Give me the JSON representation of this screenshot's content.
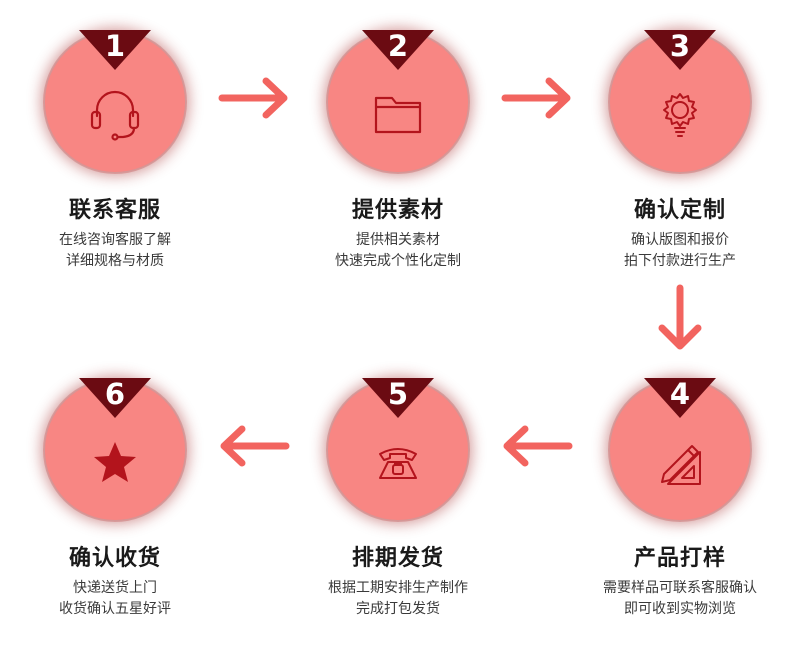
{
  "steps": [
    {
      "num": "1",
      "title": "联系客服",
      "line1": "在线咨询客服了解",
      "line2": "详细规格与材质"
    },
    {
      "num": "2",
      "title": "提供素材",
      "line1": "提供相关素材",
      "line2": "快速完成个性化定制"
    },
    {
      "num": "3",
      "title": "确认定制",
      "line1": "确认版图和报价",
      "line2": "拍下付款进行生产"
    },
    {
      "num": "4",
      "title": "产品打样",
      "line1": "需要样品可联系客服确认",
      "line2": "即可收到实物浏览"
    },
    {
      "num": "5",
      "title": "排期发货",
      "line1": "根据工期安排生产制作",
      "line2": "完成打包发货"
    },
    {
      "num": "6",
      "title": "确认收货",
      "line1": "快递送货上门",
      "line2": "收货确认五星好评"
    }
  ],
  "icons": [
    "headset-icon",
    "folder-icon",
    "gear-bulb-icon",
    "ruler-pencil-icon",
    "telephone-icon",
    "star-icon"
  ],
  "colors": {
    "circle": "#f88683",
    "badge": "#6b0b12",
    "arrow": "#f2645f",
    "icon_stroke": "#b3141c"
  }
}
